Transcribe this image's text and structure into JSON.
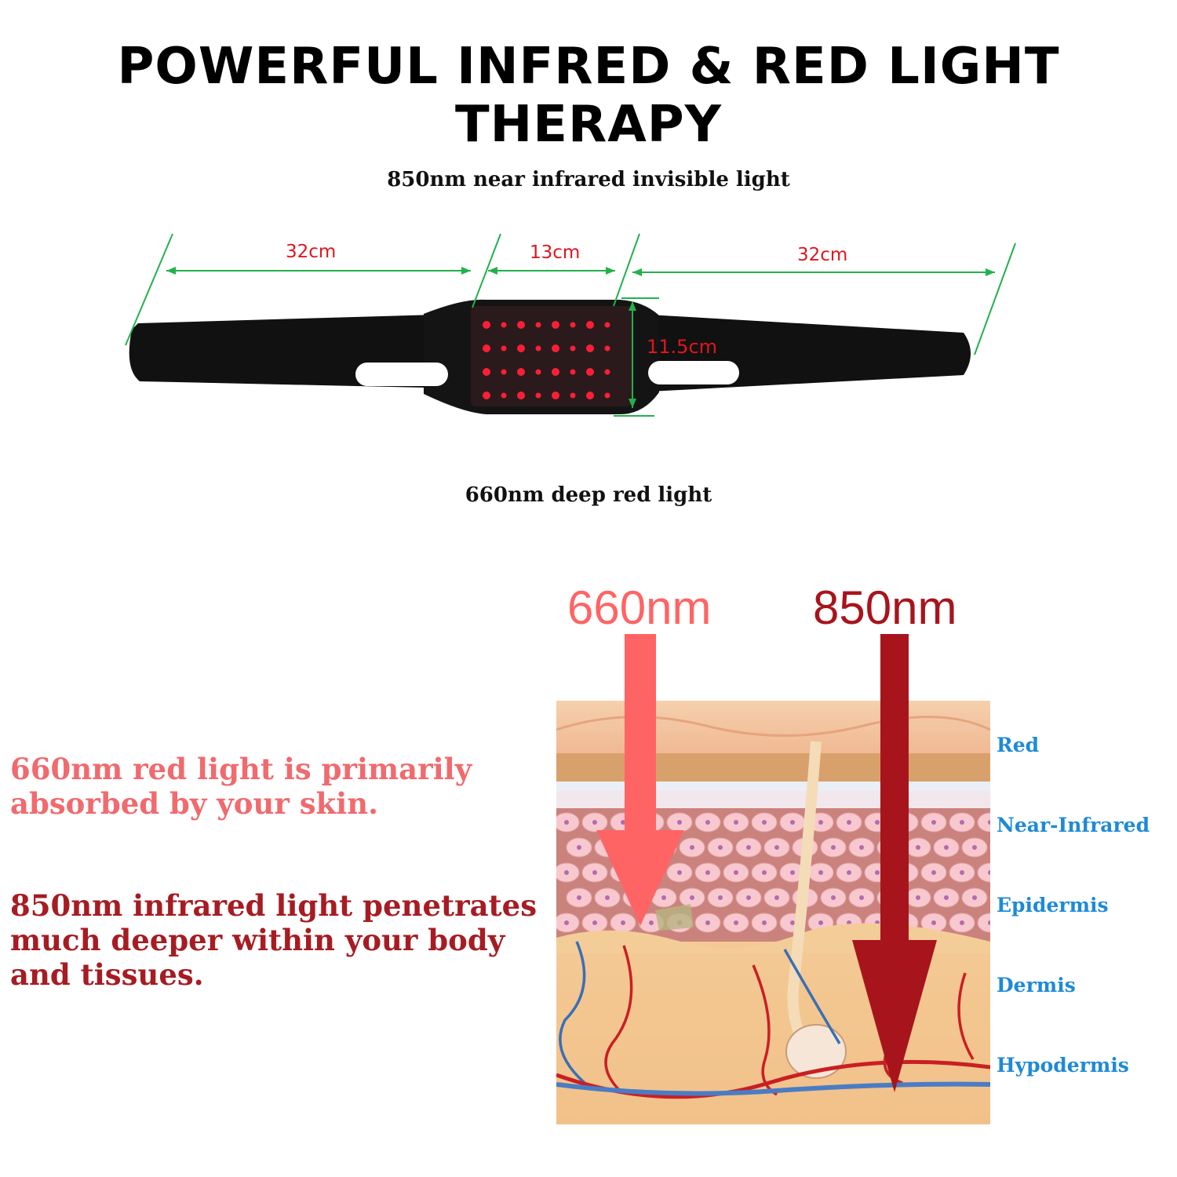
{
  "title": "POWERFUL INFRED & RED LIGHT THERAPY",
  "belt": {
    "top_caption": "850nm near infrared invisible light",
    "bottom_caption": "660nm deep red light",
    "dimensions": {
      "left_strap": "32cm",
      "center_panel": "13cm",
      "right_strap": "32cm",
      "height": "11.5cm"
    },
    "colors": {
      "dimension_text": "#e0161e",
      "dimension_line": "#22b14c",
      "led": "#ff1f35"
    }
  },
  "diagram": {
    "wavelength_660": "660nm",
    "wavelength_850": "850nm",
    "colors": {
      "red_660": "#ff6464",
      "red_850": "#a8141c",
      "layer_label": "#1f8ad6"
    },
    "layers": [
      "Red",
      "Near-Infrared",
      "Epidermis",
      "Dermis",
      "Hypodermis"
    ]
  },
  "descriptions": {
    "red": {
      "lines": [
        "660nm red light is primarily",
        "absorbed by your skin."
      ],
      "color": "#f06a6e"
    },
    "infrared": {
      "lines": [
        "850nm infrared light penetrates",
        "much deeper within your body",
        "and tissues."
      ],
      "color": "#a61c22"
    }
  }
}
